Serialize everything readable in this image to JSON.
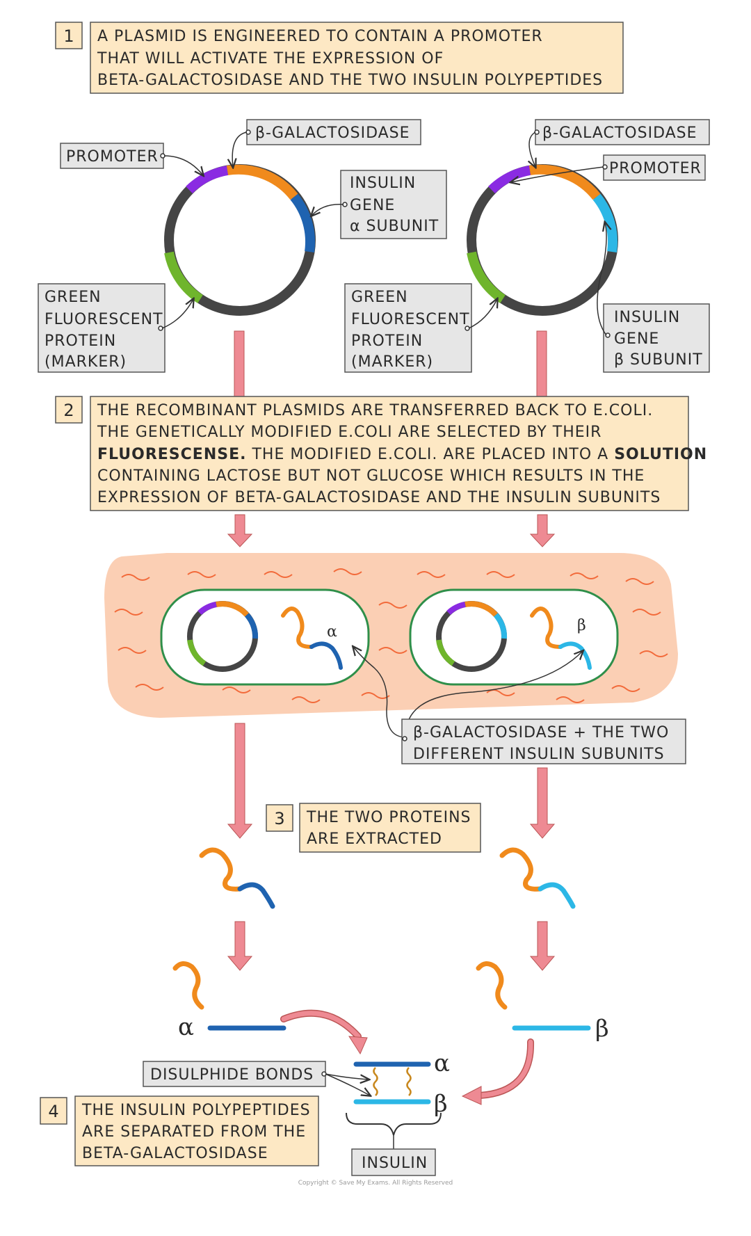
{
  "step1": {
    "number": "1",
    "lines": [
      "A PLASMID IS ENGINEERED TO CONTAIN A PROMOTER",
      "THAT WILL ACTIVATE THE EXPRESSION OF",
      "BETA-GALACTOSIDASE AND THE TWO INSULIN POLYPEPTIDES"
    ]
  },
  "plasmid_left": {
    "promoter": "PROMOTER",
    "beta_gal": "β-GALACTOSIDASE",
    "insulin_lines": [
      "INSULIN",
      "GENE",
      "α SUBUNIT"
    ],
    "gfp_lines": [
      "GREEN",
      "FLUORESCENT",
      "PROTEIN",
      "(MARKER)"
    ]
  },
  "plasmid_right": {
    "beta_gal": "β-GALACTOSIDASE",
    "promoter": "PROMOTER",
    "insulin_lines": [
      "INSULIN",
      "GENE",
      "β SUBUNIT"
    ],
    "gfp_lines": [
      "GREEN",
      "FLUORESCENT",
      "PROTEIN",
      "(MARKER)"
    ]
  },
  "step2": {
    "number": "2",
    "line1": "THE RECOMBINANT PLASMIDS ARE TRANSFERRED BACK TO E.COLI.",
    "line2": "THE GENETICALLY MODIFIED E.COLI ARE SELECTED BY THEIR",
    "line3_bold": "FLUORESCENSE.",
    "line3_a": " THE MODIFIED E.COLI. ARE PLACED INTO A ",
    "line3_bold2": "SOLUTION",
    "line4": "CONTAINING LACTOSE BUT NOT GLUCOSE WHICH RESULTS IN THE",
    "line5": "EXPRESSION OF BETA-GALACTOSIDASE AND THE INSULIN SUBUNITS"
  },
  "cells": {
    "alpha": "α",
    "beta": "β",
    "callout_lines": [
      "β-GALACTOSIDASE + THE TWO",
      "DIFFERENT INSULIN SUBUNITS"
    ]
  },
  "step3": {
    "number": "3",
    "lines": [
      "THE TWO PROTEINS",
      "ARE EXTRACTED"
    ]
  },
  "assembly": {
    "alpha": "α",
    "beta": "β",
    "disulphide": "DISULPHIDE BONDS",
    "insulin": "INSULIN"
  },
  "step4": {
    "number": "4",
    "lines": [
      "THE INSULIN POLYPEPTIDES",
      "ARE SEPARATED FROM THE",
      "BETA-GALACTOSIDASE"
    ]
  },
  "copyright": "Copyright © Save My Exams. All Rights Reserved",
  "colors": {
    "note_fill": "#fde8c4",
    "grey_fill": "#e6e6e6",
    "arrow_pink": "#ee8a93",
    "promoter_purple": "#8a2be2",
    "betagal_orange": "#f08a1c",
    "alpha_blue": "#1f63b0",
    "beta_cyan": "#2cb7e6",
    "gfp_green": "#6fb52c",
    "dna_dark": "#454545",
    "medium_bg": "#fbcfb4",
    "wave_red": "#f26a3a",
    "cell_green": "#2f8f4a"
  }
}
